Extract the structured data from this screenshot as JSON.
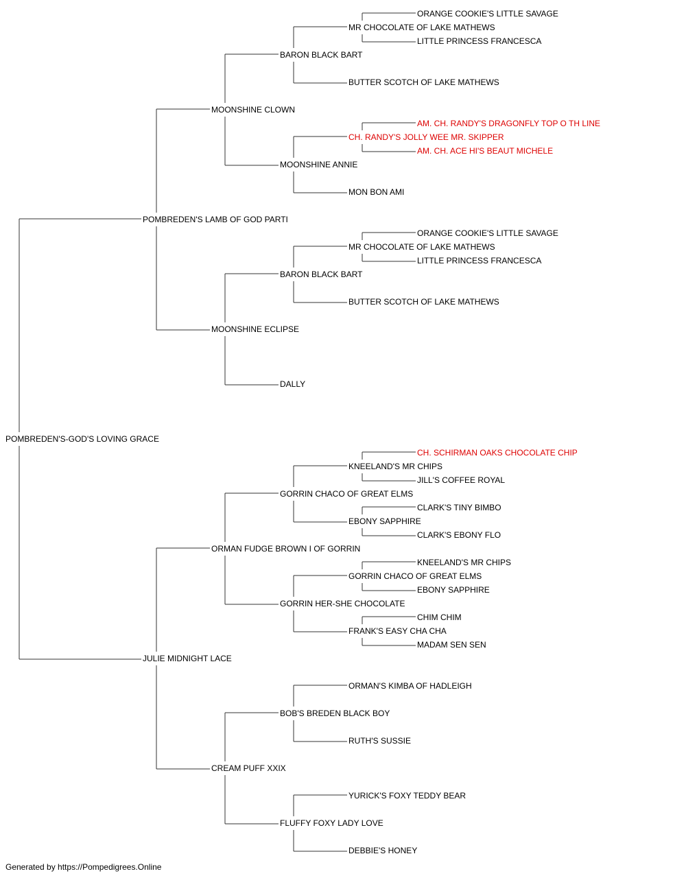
{
  "colors": {
    "normal": "#000000",
    "champion": "#dd0000",
    "line": "#333333"
  },
  "footer": "Generated by https://Pompedigrees.Online",
  "pedigree": {
    "name": "POMBREDEN'S-GOD'S LOVING GRACE",
    "sire": {
      "name": "POMBREDEN'S LAMB OF GOD PARTI",
      "sire": {
        "name": "MOONSHINE CLOWN",
        "sire": {
          "name": "BARON BLACK BART",
          "sire": {
            "name": "MR CHOCOLATE OF LAKE MATHEWS",
            "sire": {
              "name": "ORANGE COOKIE'S LITTLE SAVAGE"
            },
            "dam": {
              "name": "LITTLE PRINCESS FRANCESCA"
            }
          },
          "dam": {
            "name": "BUTTER SCOTCH OF LAKE MATHEWS"
          }
        },
        "dam": {
          "name": "MOONSHINE ANNIE",
          "sire": {
            "name": "CH. RANDY'S JOLLY WEE MR. SKIPPER",
            "champion": true,
            "sire": {
              "name": "AM. CH. RANDY'S DRAGONFLY TOP O TH LINE",
              "champion": true
            },
            "dam": {
              "name": "AM. CH. ACE HI'S BEAUT MICHELE",
              "champion": true
            }
          },
          "dam": {
            "name": "MON BON AMI"
          }
        }
      },
      "dam": {
        "name": "MOONSHINE ECLIPSE",
        "sire": {
          "name": "BARON BLACK BART",
          "sire": {
            "name": "MR CHOCOLATE OF LAKE MATHEWS",
            "sire": {
              "name": "ORANGE COOKIE'S LITTLE SAVAGE"
            },
            "dam": {
              "name": "LITTLE PRINCESS FRANCESCA"
            }
          },
          "dam": {
            "name": "BUTTER SCOTCH OF LAKE MATHEWS"
          }
        },
        "dam": {
          "name": "DALLY"
        }
      }
    },
    "dam": {
      "name": "JULIE MIDNIGHT LACE",
      "sire": {
        "name": "ORMAN FUDGE BROWN I OF GORRIN",
        "sire": {
          "name": "GORRIN CHACO OF GREAT ELMS",
          "sire": {
            "name": "KNEELAND'S MR CHIPS",
            "sire": {
              "name": "CH. SCHIRMAN OAKS CHOCOLATE CHIP",
              "champion": true
            },
            "dam": {
              "name": "JILL'S COFFEE ROYAL"
            }
          },
          "dam": {
            "name": "EBONY SAPPHIRE",
            "sire": {
              "name": "CLARK'S TINY BIMBO"
            },
            "dam": {
              "name": "CLARK'S EBONY FLO"
            }
          }
        },
        "dam": {
          "name": "GORRIN HER-SHE CHOCOLATE",
          "sire": {
            "name": "GORRIN CHACO OF GREAT ELMS",
            "sire": {
              "name": "KNEELAND'S MR CHIPS"
            },
            "dam": {
              "name": "EBONY SAPPHIRE"
            }
          },
          "dam": {
            "name": "FRANK'S EASY CHA CHA",
            "sire": {
              "name": "CHIM CHIM"
            },
            "dam": {
              "name": "MADAM SEN SEN"
            }
          }
        }
      },
      "dam": {
        "name": "CREAM PUFF XXIX",
        "sire": {
          "name": "BOB'S BREDEN BLACK BOY",
          "sire": {
            "name": "ORMAN'S KIMBA OF HADLEIGH"
          },
          "dam": {
            "name": "RUTH'S SUSSIE"
          }
        },
        "dam": {
          "name": "FLUFFY FOXY LADY LOVE",
          "sire": {
            "name": "YURICK'S FOXY TEDDY BEAR"
          },
          "dam": {
            "name": "DEBBIE'S HONEY"
          }
        }
      }
    }
  }
}
